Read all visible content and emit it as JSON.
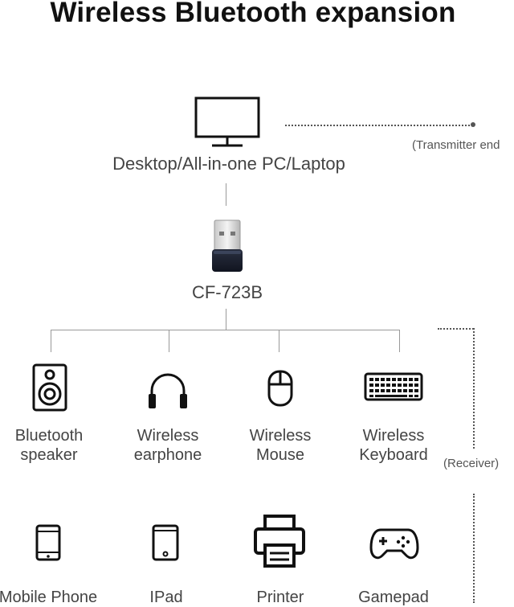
{
  "title": "Wireless Bluetooth expansion",
  "host": {
    "label": "Desktop/All-in-one PC/Laptop",
    "icon": "monitor-icon"
  },
  "adapter": {
    "label": "CF-723B",
    "icon": "usb-bluetooth-adapter-icon"
  },
  "transmitter_label": "(Transmitter end",
  "receiver_label": "(Receiver)",
  "row1": [
    {
      "line1": "Bluetooth",
      "line2": "speaker",
      "icon": "speaker-icon"
    },
    {
      "line1": "Wireless",
      "line2": "earphone",
      "icon": "headphones-icon"
    },
    {
      "line1": "Wireless",
      "line2": "Mouse",
      "icon": "mouse-icon"
    },
    {
      "line1": "Wireless",
      "line2": "Keyboard",
      "icon": "keyboard-icon"
    }
  ],
  "row2": [
    {
      "label": "Mobile Phone",
      "icon": "mobile-phone-icon"
    },
    {
      "label": "IPad",
      "icon": "tablet-icon"
    },
    {
      "label": "Printer",
      "icon": "printer-icon"
    },
    {
      "label": "Gamepad",
      "icon": "gamepad-icon"
    }
  ]
}
